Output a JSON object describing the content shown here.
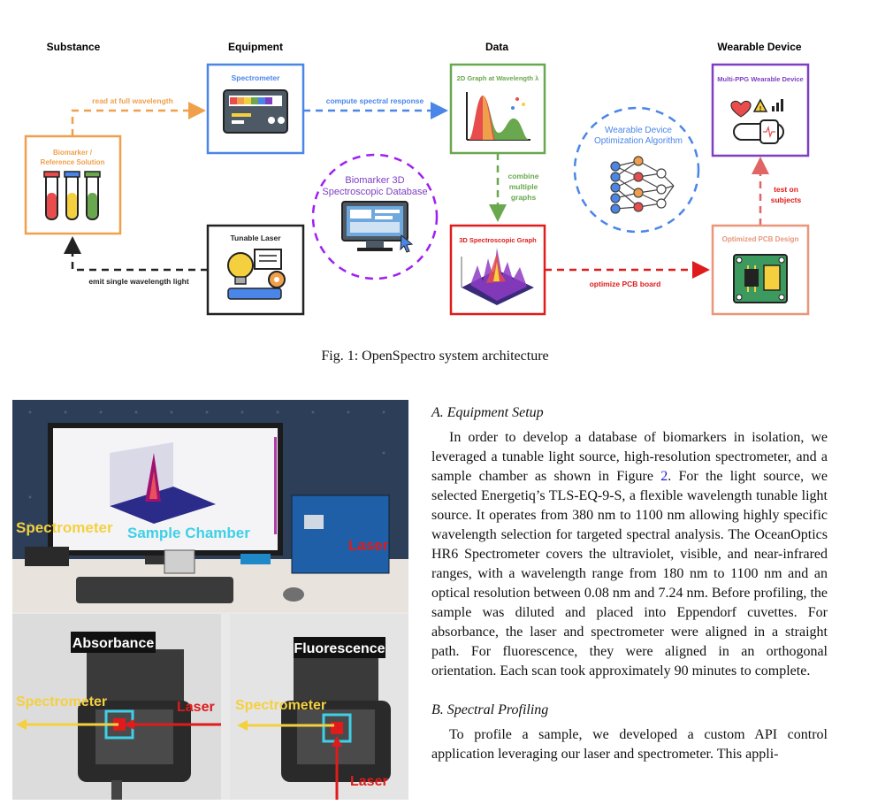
{
  "figure1": {
    "column_headers": [
      "Substance",
      "Equipment",
      "Data",
      "Wearable Device"
    ],
    "boxes": {
      "spectrometer": "Spectrometer",
      "biomarker_line1": "Biomarker /",
      "biomarker_line2": "Reference Solution",
      "tunable_laser": "Tunable Laser",
      "database_line1": "Biomarker 3D",
      "database_line2": "Spectroscopic Database",
      "graph2d": "2D Graph at Wavelength λ",
      "graph3d": "3D Spectroscopic Graph",
      "algo_line1": "Wearable Device",
      "algo_line2": "Optimization Algorithm",
      "wearable": "Multi-PPG Wearable Device",
      "pcb": "Optimized PCB Design"
    },
    "arrows": {
      "read": "read at full wavelength",
      "compute": "compute spectral response",
      "emit": "emit single wavelength light",
      "combine": [
        "combine",
        "multiple",
        "graphs"
      ],
      "optimize": "optimize PCB board",
      "test": [
        "test on",
        "subjects"
      ]
    },
    "colors": {
      "orange": "#f0a04b",
      "blue": "#4a86e8",
      "green": "#6aa84f",
      "red": "#e01b1b",
      "purple": "#7e3fc4",
      "salmon": "#e9967a",
      "dark": "#222222",
      "dbpurple": "#a020f0"
    },
    "caption": "Fig. 1: OpenSpectro system architecture"
  },
  "figure2": {
    "labels": {
      "spectrometer": "Spectrometer",
      "sample_chamber": "Sample Chamber",
      "laser": "Laser",
      "absorbance": "Absorbance",
      "fluorescence": "Fluorescence"
    }
  },
  "text": {
    "section_a_title": "A.  Equipment Setup",
    "section_a_body_1": "In order to develop a database of biomarkers in isolation, we leveraged a tunable light source, high-resolution spectrometer, and a sample chamber as shown in Figure ",
    "section_a_fig_ref": "2",
    "section_a_body_2": ". For the light source, we selected Energetiq’s TLS-EQ-9-S, a flexible wavelength tunable light source. It operates from 380 nm to 1100 nm allowing highly specific wavelength selection for targeted spectral analysis. The OceanOptics HR6 Spectrometer covers the ultraviolet, visible, and near-infrared ranges, with a wavelength range from 180 nm to 1100 nm and an optical resolution between 0.08 nm and 7.24 nm. Before profiling, the sample was diluted and placed into Eppendorf cuvettes. For absorbance, the laser and spectrometer were aligned in a straight path. For fluorescence, they were aligned in an orthogonal orientation. Each scan took approximately 90 minutes to complete.",
    "section_b_title": "B.  Spectral Profiling",
    "section_b_body": "To profile a sample, we developed a custom API control application leveraging our laser and spectrometer. This appli-"
  }
}
